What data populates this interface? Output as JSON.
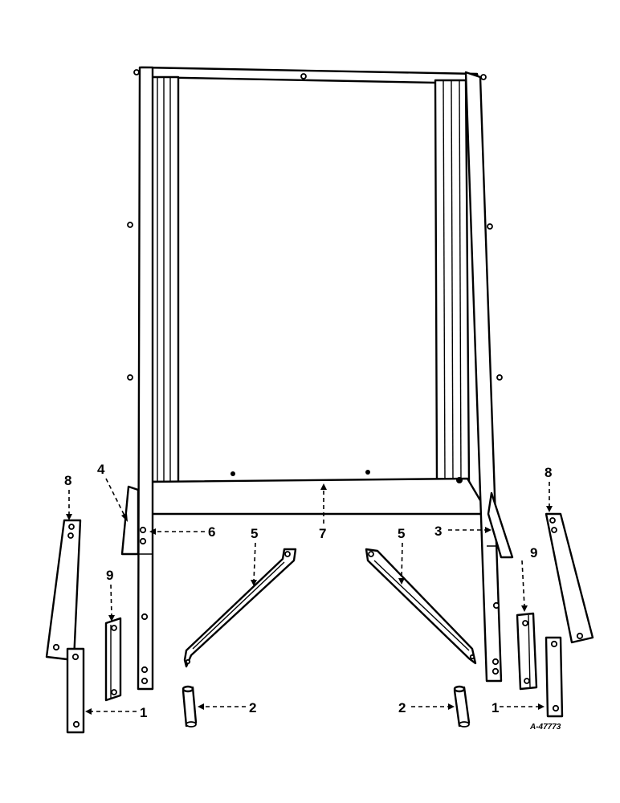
{
  "callouts": {
    "left_brace_1": "1",
    "right_brace_1": "1",
    "left_pin_2": "2",
    "right_pin_2": "2",
    "right_frame_3": "3",
    "left_angle_4": "4",
    "left_strap_5": "5",
    "right_strap_5": "5",
    "left_frame_6": "6",
    "bottom_bar_7": "7",
    "left_bar_8": "8",
    "right_bar_8": "8",
    "left_bracket_9": "9",
    "right_bracket_9": "9"
  },
  "drawing_code": "A-47773"
}
